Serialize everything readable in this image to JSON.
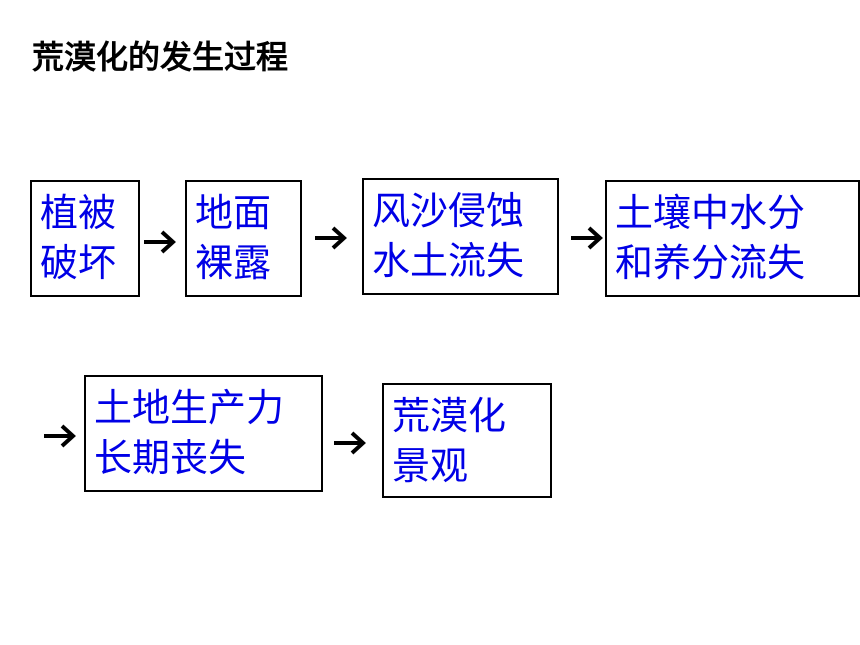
{
  "title": "荒漠化的发生过程",
  "colors": {
    "text": "#0000e6",
    "border": "#000000",
    "arrow": "#000000"
  },
  "steps": [
    {
      "line1": "植被",
      "line2": "破坏"
    },
    {
      "line1": "地面",
      "line2": "裸露"
    },
    {
      "line1": "风沙侵蚀",
      "line2": "水土流失"
    },
    {
      "line1": "土壤中水分",
      "line2": "和养分流失"
    },
    {
      "line1": "土地生产力",
      "line2": "长期丧失"
    },
    {
      "line1": "荒漠化",
      "line2": "景观"
    }
  ],
  "arrow_icon": "right-arrow-icon"
}
